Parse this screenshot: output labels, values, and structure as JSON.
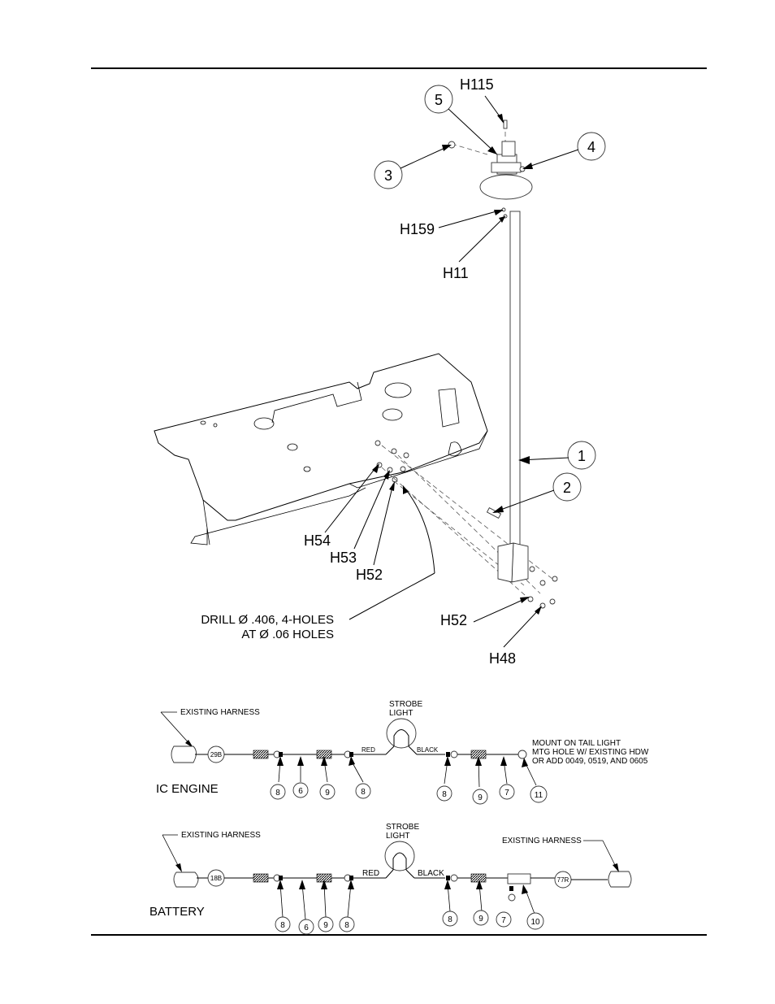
{
  "callouts": {
    "c1": "1",
    "c2": "2",
    "c3": "3",
    "c4": "4",
    "c5": "5"
  },
  "hardware": {
    "h115": "H115",
    "h159": "H159",
    "h11": "H11",
    "h54": "H54",
    "h53": "H53",
    "h52a": "H52",
    "h52b": "H52",
    "h48": "H48"
  },
  "drill_note": {
    "line1": "DRILL Ø .406, 4-HOLES",
    "line2": "AT Ø .06  HOLES"
  },
  "ic_engine": {
    "title": "IC ENGINE",
    "existing_harness": "EXISTING HARNESS",
    "connector": "29B",
    "strobe_line1": "STROBE",
    "strobe_line2": "LIGHT",
    "red": "RED",
    "black": "BLACK",
    "mount_line1": "MOUNT ON TAIL LIGHT",
    "mount_line2": "MTG HOLE W/ EXISTING HDW",
    "mount_line3": "OR ADD 0049, 0519, AND 0605",
    "callouts": [
      "8",
      "6",
      "9",
      "8",
      "8",
      "9",
      "7",
      "11"
    ]
  },
  "battery": {
    "title": "BATTERY",
    "existing_harness_left": "EXISTING HARNESS",
    "existing_harness_right": "EXISTING HARNESS",
    "connector_left": "18B",
    "connector_right": "77R",
    "strobe_line1": "STROBE",
    "strobe_line2": "LIGHT",
    "red": "RED",
    "black": "BLACK",
    "callouts": [
      "8",
      "6",
      "9",
      "8",
      "8",
      "9",
      "7",
      "10"
    ]
  }
}
